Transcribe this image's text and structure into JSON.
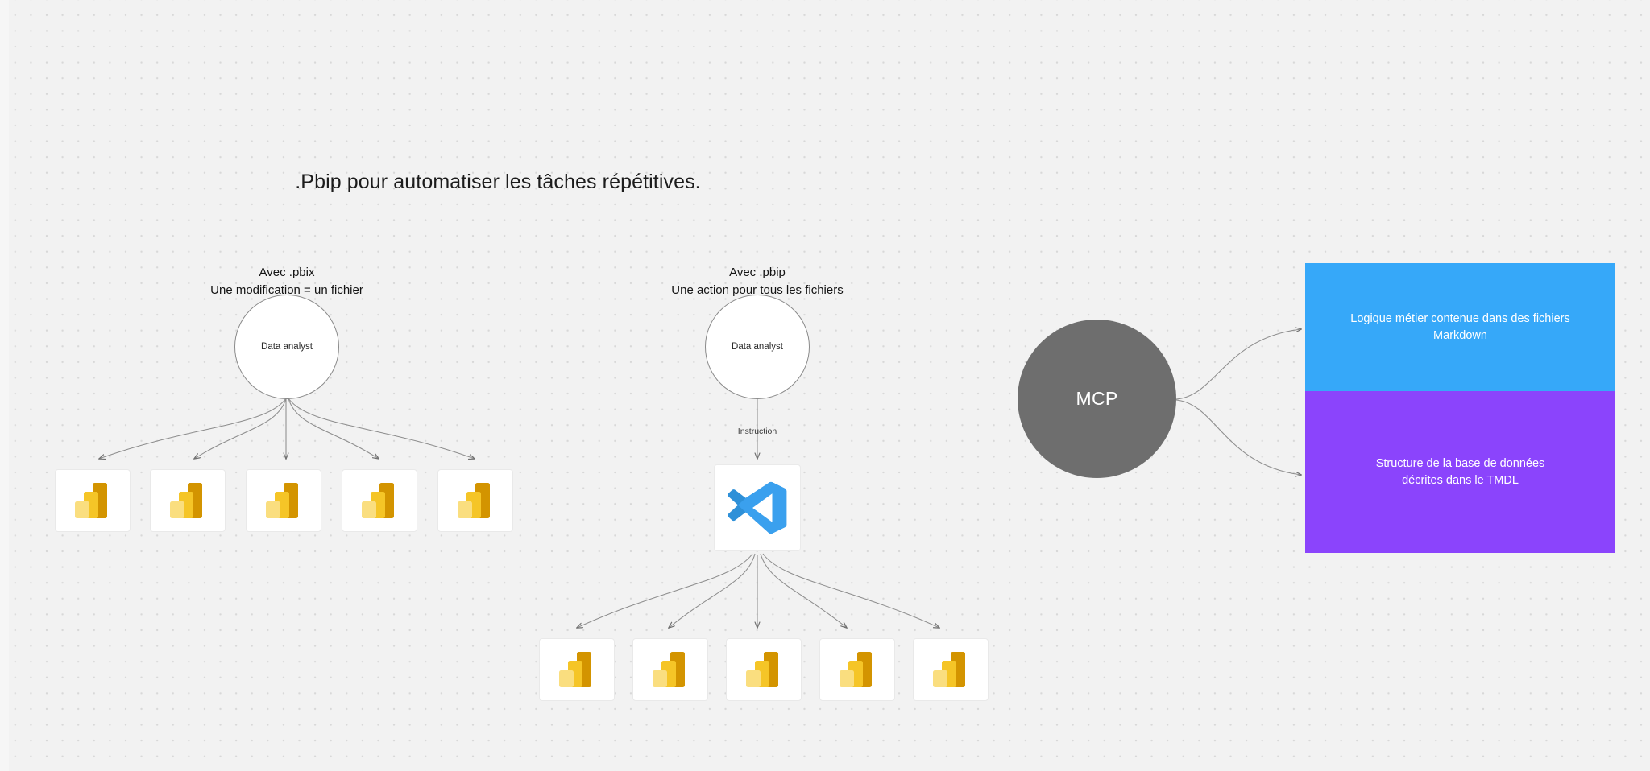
{
  "canvas": {
    "title": ".Pbip pour automatiser les tâches répétitives.",
    "background_color": "#f2f2f2",
    "dot_color": "#d8d8d8"
  },
  "left_branch": {
    "caption_line1": "Avec .pbix",
    "caption_line2": "Une modification = un fichier",
    "actor_label": "Data analyst",
    "file_count": 5,
    "files": [
      {
        "name": "power-bi-file-1"
      },
      {
        "name": "power-bi-file-2"
      },
      {
        "name": "power-bi-file-3"
      },
      {
        "name": "power-bi-file-4"
      },
      {
        "name": "power-bi-file-5"
      }
    ]
  },
  "right_branch": {
    "caption_line1": "Avec .pbip",
    "caption_line2": "Une action pour tous les fichiers",
    "actor_label": "Data analyst",
    "edge_label": "Instruction",
    "editor_label": "vscode-icon",
    "file_count": 5,
    "files": [
      {
        "name": "power-bi-file-1"
      },
      {
        "name": "power-bi-file-2"
      },
      {
        "name": "power-bi-file-3"
      },
      {
        "name": "power-bi-file-4"
      },
      {
        "name": "power-bi-file-5"
      }
    ]
  },
  "mcp": {
    "label": "MCP",
    "color": "#6e6e6e",
    "text_color": "#ffffff"
  },
  "info_boxes": [
    {
      "id": "markdown",
      "text": "Logique métier contenue dans des fichiers Markdown",
      "color": "#36a8f9"
    },
    {
      "id": "tmdl",
      "line1": "Structure de la base de données",
      "line2": "décrites dans le TMDL",
      "color": "#8b44fc"
    }
  ],
  "icons": {
    "power_bi": {
      "bar_light": "#fade7f",
      "bar_mid": "#f5c527",
      "bar_dark": "#d39400"
    },
    "vscode": {
      "blue_light": "#3aa0ee",
      "blue_mid": "#2e90d8",
      "blue_dark": "#2489d4"
    }
  }
}
